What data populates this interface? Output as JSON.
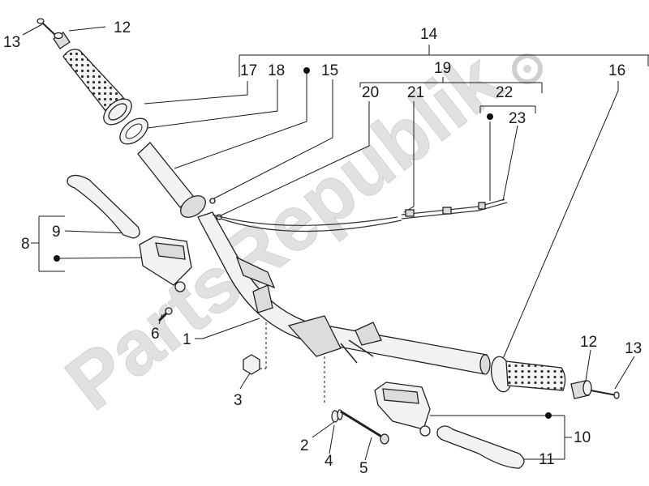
{
  "watermark": "PartsRepublik",
  "labels": {
    "l1": "1",
    "l2": "2",
    "l3": "3",
    "l4": "4",
    "l5": "5",
    "l6": "6",
    "l8": "8",
    "l9": "9",
    "l10": "10",
    "l11": "11",
    "l12a": "12",
    "l12b": "12",
    "l13a": "13",
    "l13b": "13",
    "l14": "14",
    "l15": "15",
    "l16": "16",
    "l17": "17",
    "l18": "18",
    "l19": "19",
    "l20": "20",
    "l21": "21",
    "l22": "22",
    "l23": "23"
  }
}
